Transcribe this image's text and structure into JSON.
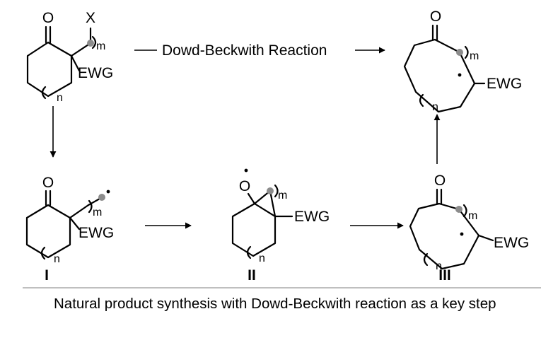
{
  "colors": {
    "ink": "#000000",
    "radical_center": "#8c8c8c",
    "rule": "#999999",
    "background": "#ffffff"
  },
  "reaction": {
    "label": "Dowd-Beckwith Reaction"
  },
  "start": {
    "leaving_group": "X",
    "carbonyl_o": "O",
    "chain_m": "m",
    "ring_n": "n",
    "ewg": "EWG"
  },
  "cmpd1": {
    "id": "I",
    "carbonyl_o": "O",
    "chain_m": "m",
    "ring_n": "n",
    "ewg": "EWG"
  },
  "cmpd2": {
    "id": "II",
    "alkoxy_o": "O",
    "chain_m": "m",
    "ring_n": "n",
    "ewg": "EWG"
  },
  "cmpd3": {
    "id": "III",
    "carbonyl_o": "O",
    "chain_m": "m",
    "ring_n": "n",
    "ewg": "EWG"
  },
  "product": {
    "carbonyl_o": "O",
    "chain_m": "m",
    "ring_n": "n",
    "ewg": "EWG"
  },
  "caption": {
    "text": "Natural product synthesis with Dowd-Beckwith reaction as a key step"
  }
}
